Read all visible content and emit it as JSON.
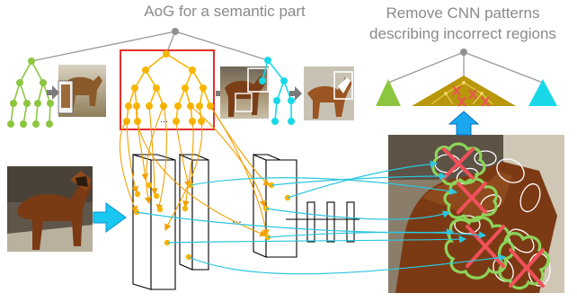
{
  "labels": {
    "aog_title": "AoG for a semantic part",
    "remove_title_line1": "Remove CNN patterns",
    "remove_title_line2": "describing incorrect regions",
    "aog_ellipsis": "...",
    "layer_ellipsis": "..."
  },
  "colors": {
    "green_node": "#8cc63f",
    "orange_node": "#f7b500",
    "cyan_node": "#18d8e8",
    "gray_node": "#909090",
    "red_box": "#e52d2d",
    "arrow_orange": "#f2a000",
    "arrow_cyan": "#2cc6de",
    "arrow_blue": "#19a8f0",
    "triangle_brown": "#b8970a",
    "cloud_green": "#8cd45a",
    "cross_red": "#f0505a"
  },
  "icons": [
    "horse-photo",
    "red-cross-icon",
    "ellipse-pattern-icon",
    "cloud-region-icon"
  ]
}
